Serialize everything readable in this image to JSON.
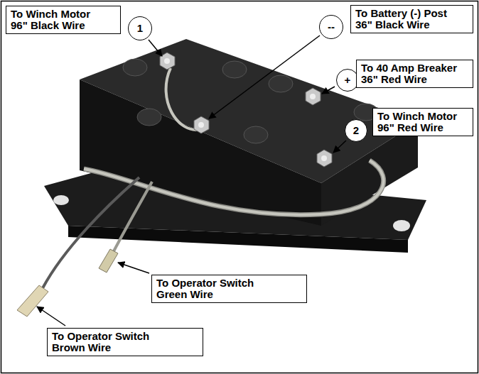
{
  "diagram": {
    "nodes": [
      {
        "text": [
          "To Winch Motor 96\" Black Wire"
        ]
      },
      {
        "text": [
          "1"
        ]
      },
      {
        "text": [
          "--"
        ]
      },
      {
        "text": [
          "To Battery (-) Post 36\" Black Wire"
        ]
      },
      {
        "text": [
          "+"
        ]
      },
      {
        "text": [
          "To 40 Amp Breaker 36\" Red Wire"
        ]
      },
      {
        "text": [
          "2"
        ]
      },
      {
        "text": [
          "To Winch Motor 96\" Red Wire"
        ]
      },
      {
        "text": [
          "To Operator Switch Green Wire"
        ]
      },
      {
        "text": [
          "To Operator Switch Brown Wire"
        ]
      }
    ]
  }
}
